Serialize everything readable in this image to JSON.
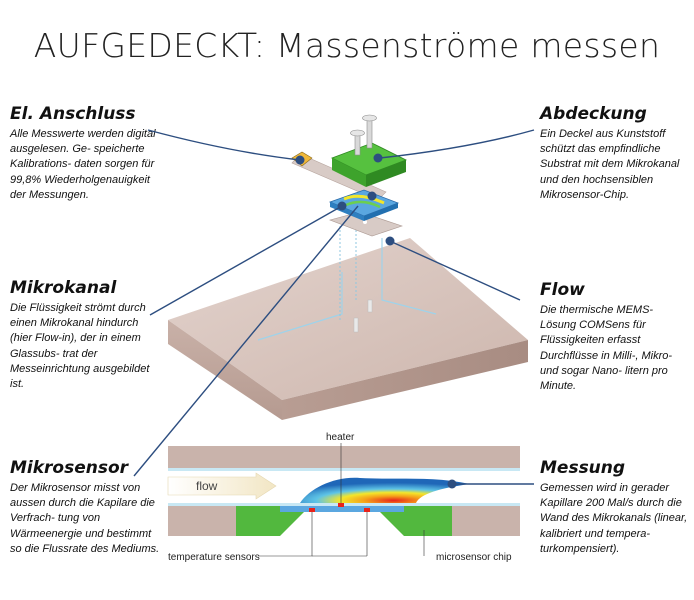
{
  "title": "AUFGEDECKT: Massenströme messen",
  "blocks": {
    "anschluss": {
      "heading": "El. Anschluss",
      "body": "Alle Messwerte werden digital ausgelesen. Ge- speicherte Kalibrations- daten sorgen für 99,8% Wiederholgenauigkeit der Messungen."
    },
    "mikrokanal": {
      "heading": "Mikrokanal",
      "body": "Die Flüssigkeit strömt durch einen Mikrokanal hindurch (hier Flow-in), der in einem Glassubs- trat der Messeinrichtung ausgebildet ist."
    },
    "mikrosensor": {
      "heading": "Mikrosensor",
      "body": "Der Mikrosensor misst von aussen durch die Kapilare die Verfrach- tung von Wärmeenergie und bestimmt so die Flussrate des Mediums."
    },
    "abdeckung": {
      "heading": "Abdeckung",
      "body": "Ein Deckel aus Kunststoff schützt das empfindliche Substrat mit dem Mikrokanal und den hochsensiblen Mikrosensor-Chip."
    },
    "flow": {
      "heading": "Flow",
      "body": "Die thermische MEMS- Lösung COMSens für Flüssigkeiten erfasst Durchflüsse in Milli-, Mikro- und sogar Nano- litern pro Minute."
    },
    "messung": {
      "heading": "Messung",
      "body": "Gemessen wird in gerader Kapillare 200 Mal/s durch die Wand des Mikrokanals (linear, kalibriert und tempera- turkompensiert)."
    }
  },
  "cross_section": {
    "heater_label": "heater",
    "flow_label": "flow",
    "temp_sensors_label": "temperature sensors",
    "chip_label": "microsensor chip"
  },
  "colors": {
    "leader_line": "#2d4e80",
    "slab_top": "#d9c7c0",
    "slab_side": "#bfa69d",
    "green_part": "#4dbb3c",
    "chip_blue": "#3a8fd4",
    "glass": "#c8e8f4"
  }
}
